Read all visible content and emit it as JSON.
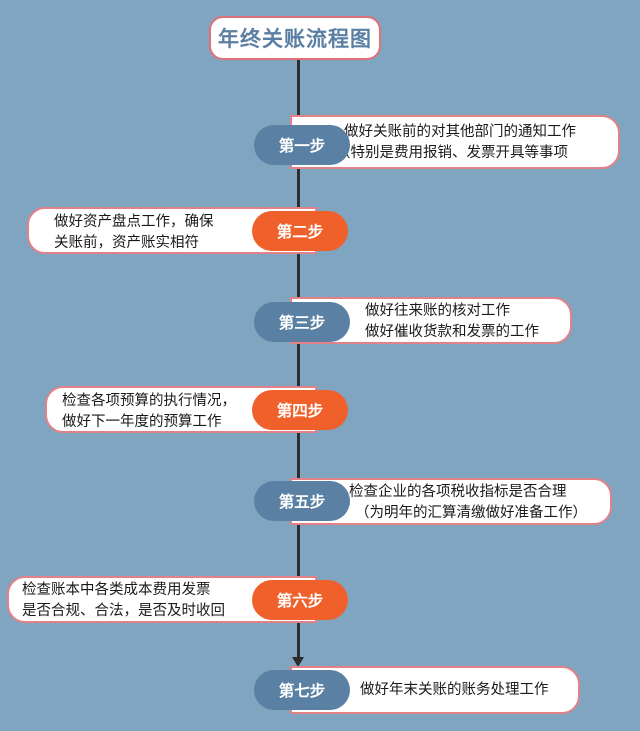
{
  "title": "年终关账流程图",
  "colors": {
    "background": "#7fa5c0",
    "step_blue": "#5a80a3",
    "step_orange": "#f0602b",
    "border_pink": "#e38088"
  },
  "steps": [
    {
      "label": "第一步",
      "lines": [
        "做好关账前的对其他部门的通知工作",
        "（特别是费用报销、发票开具等事项"
      ]
    },
    {
      "label": "第二步",
      "lines": [
        "做好资产盘点工作，确保",
        "关账前，资产账实相符"
      ]
    },
    {
      "label": "第三步",
      "lines": [
        "做好往来账的核对工作",
        "做好催收货款和发票的工作"
      ]
    },
    {
      "label": "第四步",
      "lines": [
        "检查各项预算的执行情况，",
        "做好下一年度的预算工作"
      ]
    },
    {
      "label": "第五步",
      "lines": [
        "检查企业的各项税收指标是否合理",
        "（为明年的汇算清缴做好准备工作）"
      ]
    },
    {
      "label": "第六步",
      "lines": [
        "检查账本中各类成本费用发票",
        "是否合规、合法，是否及时收回"
      ]
    },
    {
      "label": "第七步",
      "lines": [
        "做好年末关账的账务处理工作"
      ]
    }
  ]
}
